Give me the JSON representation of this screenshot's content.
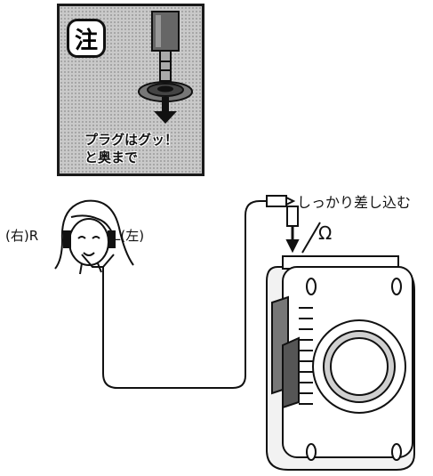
{
  "caution": {
    "symbol": "注",
    "line1": "プラグはグッ！",
    "line2": "と奥まで"
  },
  "labels": {
    "insert_firmly": "しっかり差し込む",
    "headphone_symbol": "Ω",
    "right": "(右)R",
    "left": "L(左)"
  }
}
